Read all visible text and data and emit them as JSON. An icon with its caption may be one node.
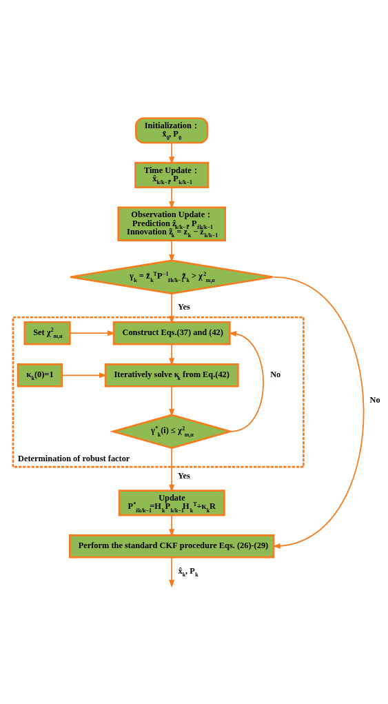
{
  "diagram": {
    "nodes": [
      {
        "text": [
          "Initialization：",
          "x̂$_{0}$, P$_{0}$"
        ]
      },
      {
        "text": [
          "Time Update：",
          "x̂$_{k/k−1}$, P$_{k/k−1}$"
        ]
      },
      {
        "text": [
          "Observation Update：",
          "Prediction ẑ$_{k/k−1}$, P$_{ẑk/k−1}$",
          "Innovation z̃$_{k}$ = z$_{k}$ − ẑ$_{k/k−1}$"
        ]
      },
      {
        "text": [
          "γ$_{k}$ = z̃$_{k}$$^{T}$P$^{−1}$$_{ẑk/k−1}$z̃$_{k}$ > χ$^{2}$$_{m,α}$"
        ]
      },
      {
        "text": [
          "Determination of robust factor"
        ]
      },
      {
        "text": [
          "Set χ$^{2}$$_{m,α}$"
        ],
        "in": 4
      },
      {
        "text": [
          "Construct Eqs.(37) and (42)"
        ],
        "in": 4
      },
      {
        "text": [
          "κ$_{k}$(0)=1"
        ],
        "in": 4
      },
      {
        "text": [
          "Iteratively solve κ$_{k}$ from Eq.(42)"
        ],
        "in": 4
      },
      {
        "text": [
          "γ$^{*}$$_{k}$(i) ≤ χ$^{2}$$_{m,α}$"
        ],
        "in": 4
      },
      {
        "text": [
          "Update",
          "P$^{*}$$_{ẑk/k−1}$=H$_{k}$P$_{k/k−1}$H$_{k}$$^{T}$+κ$_{k}$R"
        ]
      },
      {
        "text": [
          "Perform the standard CKF procedure Eqs. (26)-(29)"
        ]
      }
    ],
    "edges": [
      {
        "from": 0,
        "to": 1,
        "arrow": "to"
      },
      {
        "from": 1,
        "to": 2,
        "arrow": "to"
      },
      {
        "from": 2,
        "to": 3,
        "arrow": "to"
      },
      {
        "from": 3,
        "to": 6,
        "arrow": "to",
        "label": "Yes"
      },
      {
        "from": 3,
        "to": 11,
        "arrow": "to",
        "label": "No"
      },
      {
        "from": 5,
        "to": 6,
        "arrow": "to"
      },
      {
        "from": 6,
        "to": 8,
        "arrow": "to"
      },
      {
        "from": 7,
        "to": 8,
        "arrow": "to"
      },
      {
        "from": 8,
        "to": 9,
        "arrow": "to"
      },
      {
        "from": 9,
        "to": 6,
        "arrow": "to",
        "label": "No"
      },
      {
        "from": 9,
        "to": 10,
        "arrow": "to",
        "label": "Yes"
      },
      {
        "from": 10,
        "to": 11,
        "arrow": "to"
      },
      {
        "from": 11,
        "to": null,
        "arrow": "to",
        "label": "x̂$_{k}$, P$_{k}$"
      }
    ]
  }
}
